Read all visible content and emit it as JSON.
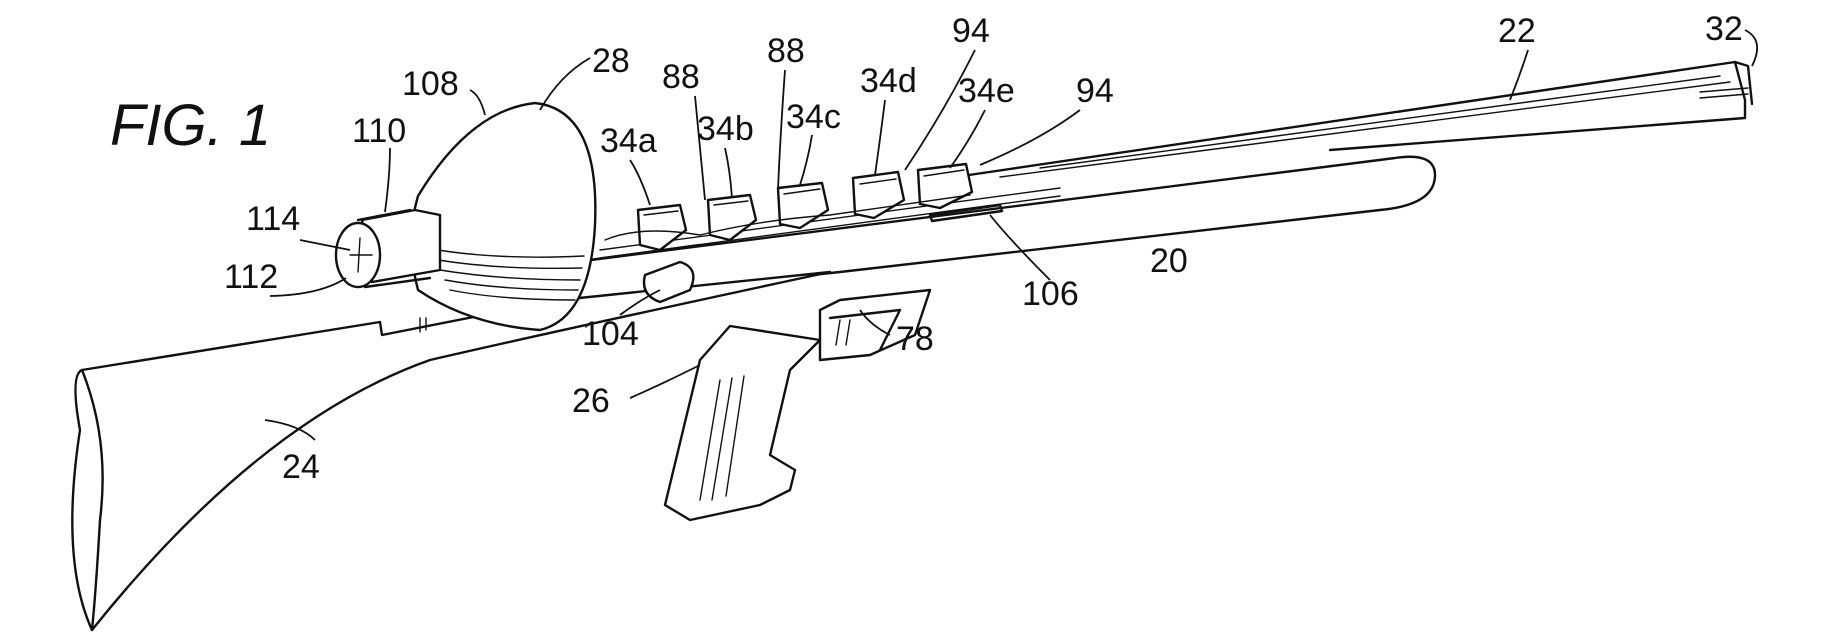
{
  "figure": {
    "title": "FIG. 1",
    "labels": {
      "n20": "20",
      "n22": "22",
      "n24": "24",
      "n26": "26",
      "n28": "28",
      "n32": "32",
      "n34a": "34a",
      "n34b": "34b",
      "n34c": "34c",
      "n34d": "34d",
      "n34e": "34e",
      "n78": "78",
      "n88a": "88",
      "n88b": "88",
      "n94a": "94",
      "n94b": "94",
      "n104": "104",
      "n106": "106",
      "n108": "108",
      "n110": "110",
      "n112": "112",
      "n114": "114"
    }
  }
}
